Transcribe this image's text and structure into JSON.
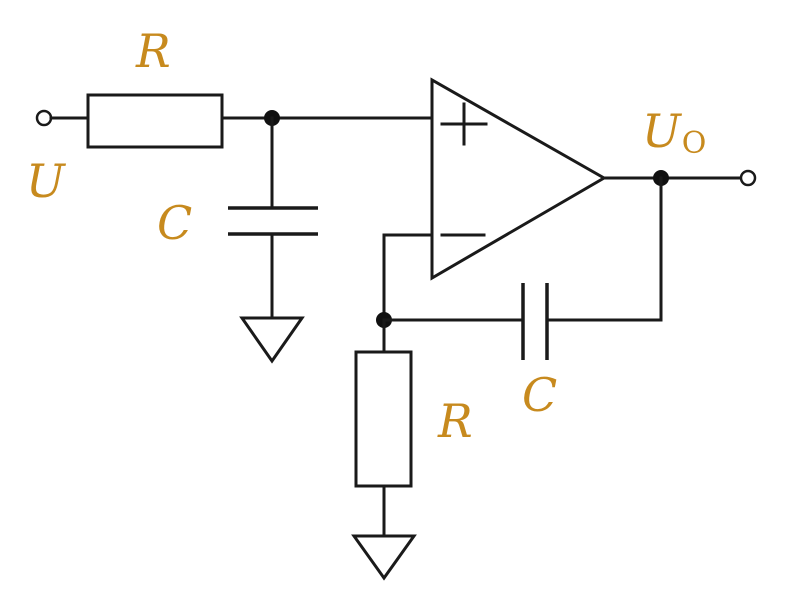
{
  "labels": {
    "r_input": "R",
    "u_input": "U",
    "c_ground": "C",
    "r_ground": "R",
    "c_feedback": "C",
    "u_output_main": "U",
    "u_output_sub": "O"
  },
  "colors": {
    "wire": "#1a1a1a",
    "label": "#c78a1e"
  },
  "opamp": {
    "plus_symbol": "+",
    "minus_symbol": "−"
  }
}
